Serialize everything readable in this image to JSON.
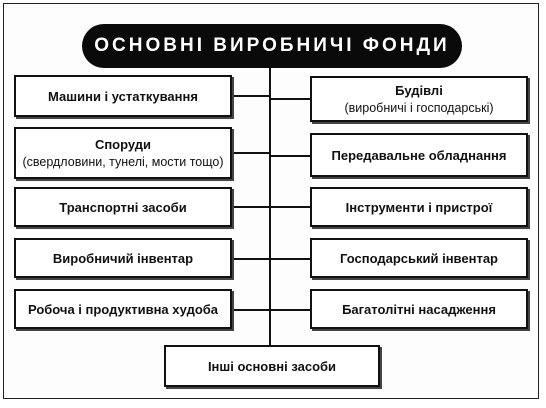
{
  "title": "ОСНОВНІ ВИРОБНИЧІ ФОНДИ",
  "left_boxes": [
    {
      "label": "Машини і устаткування",
      "sub": ""
    },
    {
      "label": "Споруди",
      "sub": "(свердловини, тунелі, мости тощо)"
    },
    {
      "label": "Транспортні засоби",
      "sub": ""
    },
    {
      "label": "Виробничий інвентар",
      "sub": ""
    },
    {
      "label": "Робоча і продуктивна худоба",
      "sub": ""
    }
  ],
  "right_boxes": [
    {
      "label": "Будівлі",
      "sub": "(виробничі і господарські)"
    },
    {
      "label": "Передавальне обладнання",
      "sub": ""
    },
    {
      "label": "Інструменти і пристрої",
      "sub": ""
    },
    {
      "label": "Господарський інвентар",
      "sub": ""
    },
    {
      "label": "Багатолітні насадження",
      "sub": ""
    }
  ],
  "bottom_box": {
    "label": "Інші основні засоби"
  }
}
